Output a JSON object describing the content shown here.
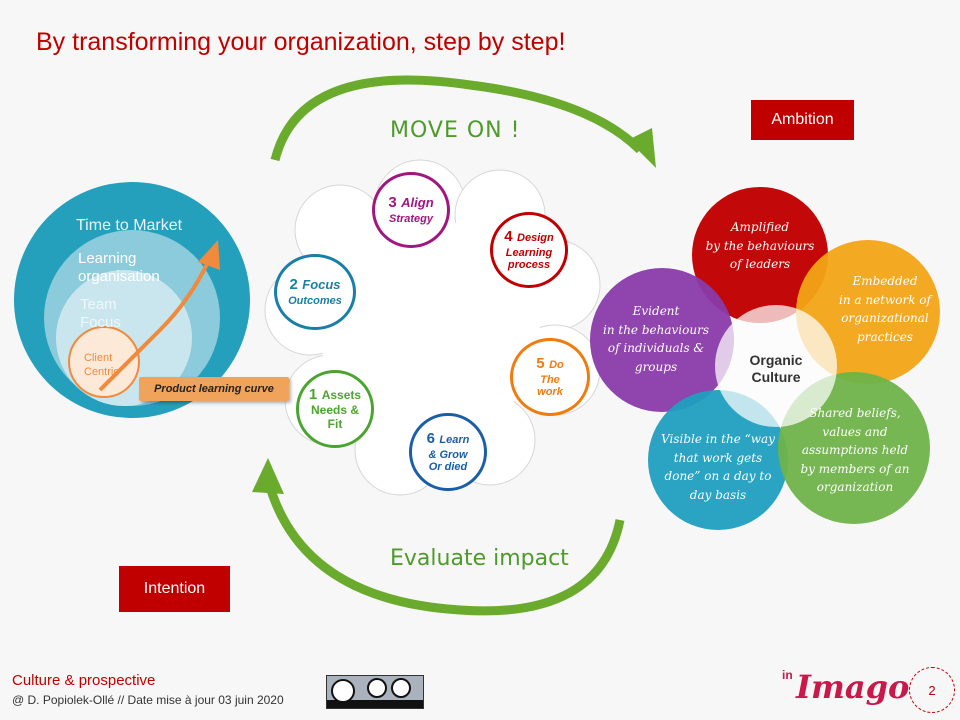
{
  "title": "By transforming your organization, step by step!",
  "ambition": "Ambition",
  "intention": "Intention",
  "move_on": "MOVE ON !",
  "evaluate": "Evaluate impact",
  "nested": {
    "outer": "Time to Market",
    "mid": [
      "Learning",
      "organisation"
    ],
    "inner": [
      "Team",
      "Focus"
    ],
    "core": [
      "Client",
      "Centric"
    ],
    "curve_label": "Product learning curve"
  },
  "steps": [
    {
      "num": "1",
      "l1": "Assets",
      "l2": "Needs &",
      "l3": "Fit",
      "color": "#4aa52e"
    },
    {
      "num": "2",
      "l1": "Focus",
      "l2": "Outcomes",
      "color": "#1a7fa8"
    },
    {
      "num": "3",
      "l1": "Align",
      "l2": "Strategy",
      "color": "#a21680"
    },
    {
      "num": "4",
      "l1": "Design",
      "l2": "Learning",
      "l3": "process",
      "color": "#c00000"
    },
    {
      "num": "5",
      "l1": "Do",
      "l2": "The",
      "l3": "work",
      "color": "#f07c10"
    },
    {
      "num": "6",
      "l1": "Learn",
      "l2": "& Grow",
      "l3": "Or died",
      "color": "#1a5ea8"
    }
  ],
  "culture": {
    "center": [
      "Organic",
      "Culture"
    ],
    "amplified": [
      "Amplified",
      "by the behaviours",
      "of leaders"
    ],
    "embedded": [
      "Embedded",
      "in a network of",
      "organizational",
      "practices"
    ],
    "evident": [
      "Evident",
      "in the behaviours",
      "of individuals &",
      "groups"
    ],
    "visible": [
      "Visible in the “way",
      "that work gets",
      "done” on a day to",
      "day basis"
    ],
    "shared": [
      "Shared beliefs,",
      "values and",
      "assumptions held",
      "by members of an",
      "organization"
    ]
  },
  "footer": {
    "title": "Culture & prospective",
    "sub": "@ D. Popiolek-Ollé // Date mise à jour 03 juin 2020",
    "logo_in": "in",
    "logo": "Imago",
    "page": "2"
  }
}
